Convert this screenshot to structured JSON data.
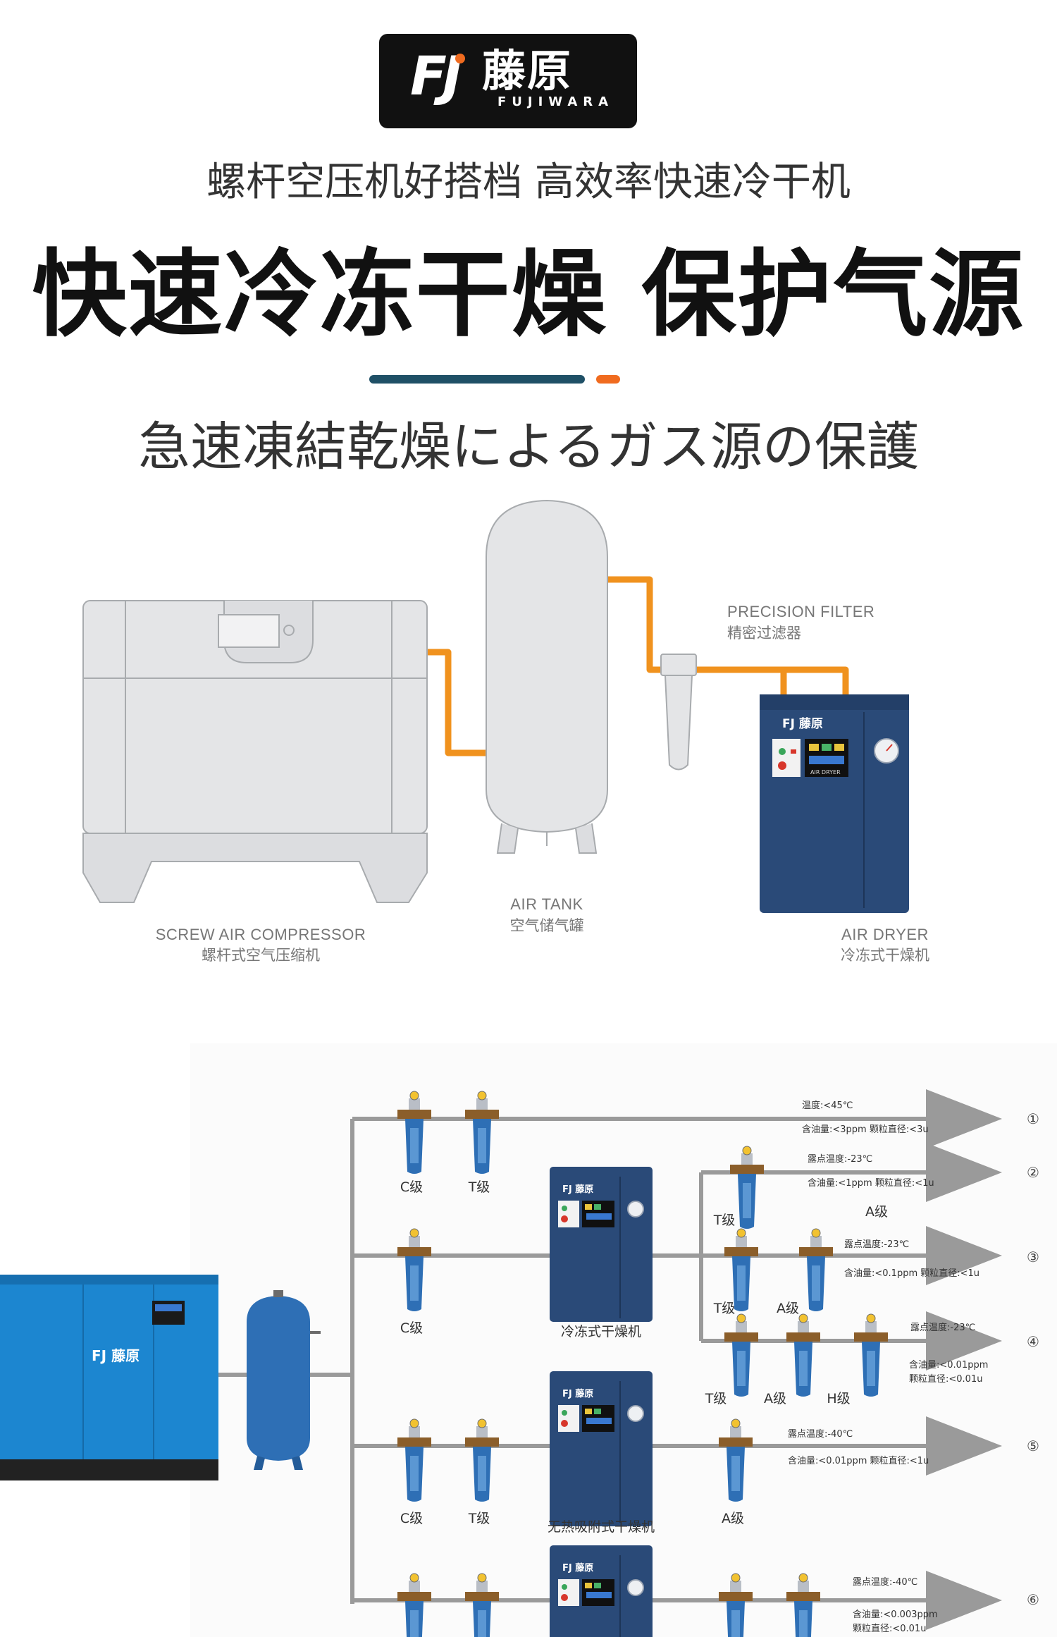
{
  "brand": {
    "logo_mark": "FJ",
    "name_cn": "藤原",
    "name_en": "FUJIWARA"
  },
  "header": {
    "subtitle": "螺杆空压机好搭档 高效率快速冷干机",
    "headline": "快速冷冻干燥 保护气源",
    "jp_title": "急速凍結乾燥によるガス源の保護"
  },
  "colors": {
    "pipe": "#f0921e",
    "dryer_navy": "#2a4a78",
    "filter_blue": "#2e6fb5",
    "compressor_blue": "#1c86d0",
    "accent": "#f06b1f",
    "divider": "#1f5066"
  },
  "system_diagram": {
    "compressor": {
      "en": "SCREW AIR COMPRESSOR",
      "cn": "螺杆式空气压缩机"
    },
    "tank": {
      "en": "AIR TANK",
      "cn": "空气储气罐"
    },
    "filter": {
      "en": "PRECISION FILTER",
      "cn": "精密过滤器"
    },
    "dryer": {
      "en": "AIR DRYER",
      "cn": "冷冻式干燥机",
      "badge": "AIR DRYER",
      "logo": "FJ 藤原"
    }
  },
  "flow_diagram": {
    "dryer_refrig_label": "冷冻式干燥机",
    "dryer_adsorb_label": "无热吸附式干燥机",
    "lines": [
      {
        "no": "①",
        "filters": [
          "C级",
          "T级"
        ],
        "specs": [
          "温度:<45℃",
          "含油量:<3ppm   颗粒直径:<3u"
        ]
      },
      {
        "no": "②",
        "filters": [
          "T级"
        ],
        "specs": [
          "露点温度:-23℃",
          "含油量:<1ppm   颗粒直径:<1u"
        ]
      },
      {
        "no": "③",
        "filters": [
          "C级",
          "T级",
          "A级"
        ],
        "specs": [
          "露点温度:-23℃",
          "含油量:<0.1ppm  颗粒直径:<1u"
        ]
      },
      {
        "no": "④",
        "filters": [
          "T级",
          "A级",
          "H级"
        ],
        "specs": [
          "露点温度:-23℃",
          "含油量:<0.01ppm",
          "颗粒直径:<0.01u"
        ]
      },
      {
        "no": "⑤",
        "filters": [
          "C级",
          "T级",
          "A级"
        ],
        "specs": [
          "露点温度:-40℃",
          "含油量:<0.01ppm  颗粒直径:<1u"
        ]
      },
      {
        "no": "⑥",
        "filters": [],
        "specs": [
          "露点温度:-40℃",
          "含油量:<0.003ppm",
          "颗粒直径:<0.01u"
        ]
      }
    ],
    "a_label_line2": "A级"
  }
}
